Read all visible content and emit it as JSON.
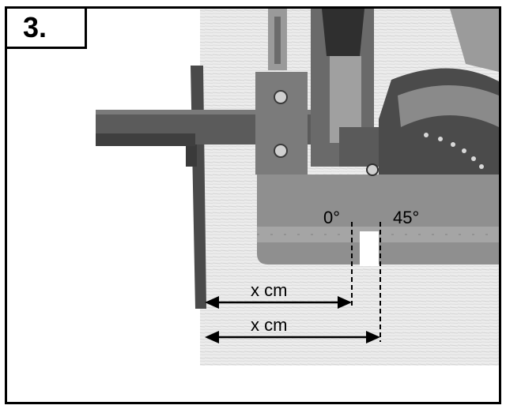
{
  "step": "3.",
  "labels": {
    "angle_0": "0°",
    "angle_45": "45°",
    "measure_top": "x cm",
    "measure_bottom": "x cm"
  },
  "colors": {
    "frame": "#000000",
    "wood": "#e9e9e9",
    "shoe": "#8f8f8f",
    "metal_dark": "#3a3a3a",
    "metal_mid": "#6e6e6e"
  }
}
